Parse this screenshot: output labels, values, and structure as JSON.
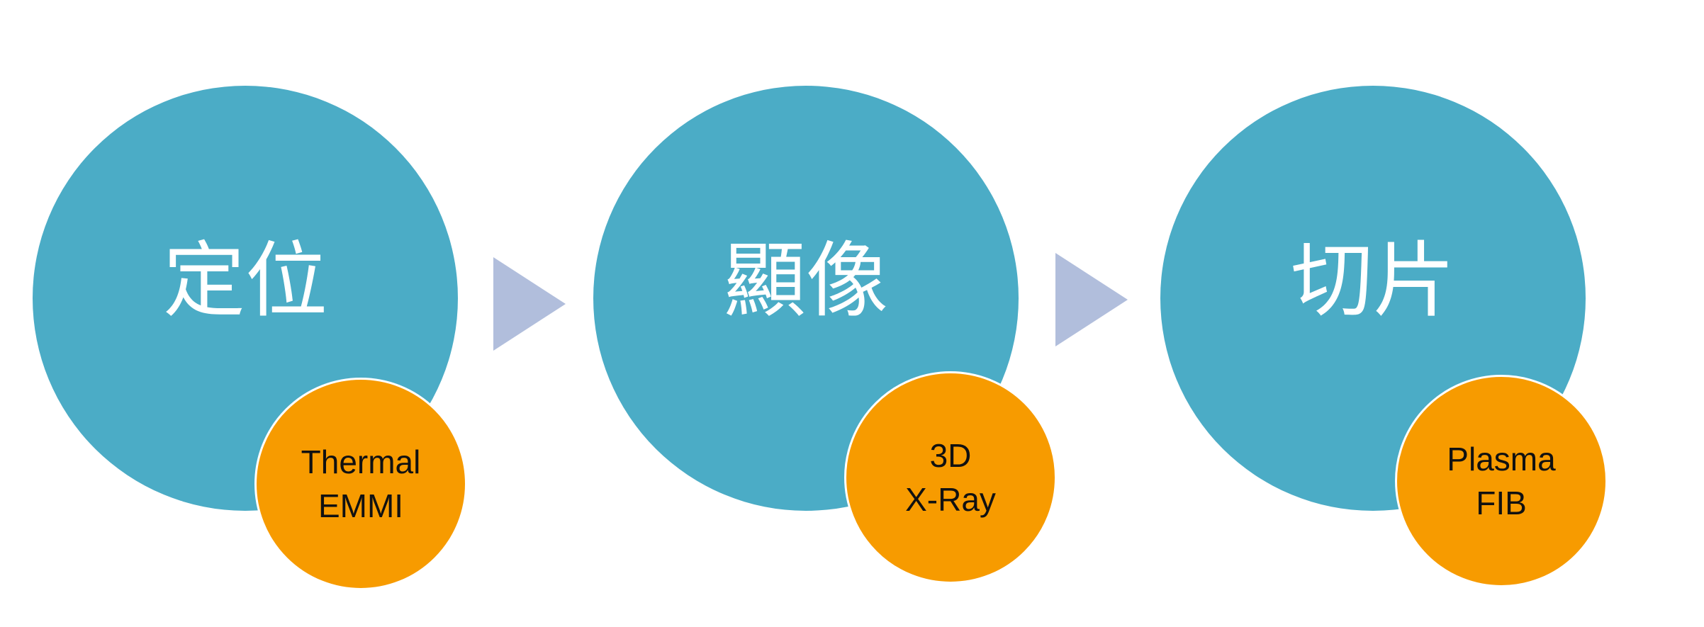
{
  "colors": {
    "stage_circle": "#4bacc6",
    "method_circle": "#f79b00",
    "arrow": "#b1bedc"
  },
  "stages": [
    {
      "label": "定位",
      "method_lines": [
        "Thermal",
        "EMMI"
      ]
    },
    {
      "label": "顯像",
      "method_lines": [
        "3D",
        "X-Ray"
      ]
    },
    {
      "label": "切片",
      "method_lines": [
        "Plasma",
        "FIB"
      ]
    }
  ],
  "arrow_icon": "chevron-right-triangle"
}
